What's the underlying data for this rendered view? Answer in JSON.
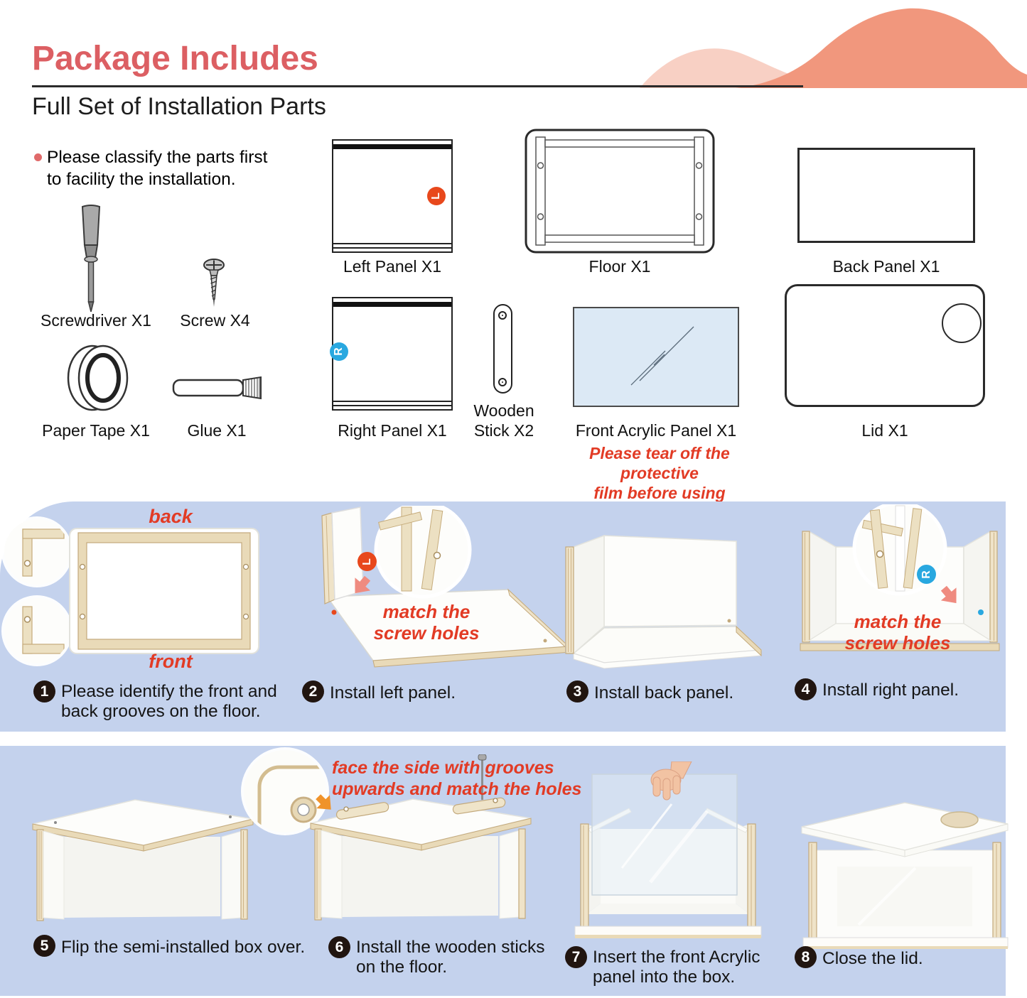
{
  "header": {
    "title": "Package Includes",
    "subtitle": "Full Set of Installation Parts",
    "note_line1": "Please classify the parts first",
    "note_line2": "to facility the installation."
  },
  "parts": {
    "screwdriver_label": "Screwdriver X1",
    "screw_label": "Screw X4",
    "paper_tape_label": "Paper Tape X1",
    "glue_label": "Glue X1",
    "left_panel_label": "Left Panel X1",
    "floor_label": "Floor X1",
    "back_panel_label": "Back Panel X1",
    "right_panel_label": "Right Panel X1",
    "wooden_stick_label_line1": "Wooden",
    "wooden_stick_label_line2": "Stick X2",
    "front_acrylic_label": "Front Acrylic Panel X1",
    "lid_label": "Lid X1",
    "left_panel_badge": "L",
    "right_panel_badge": "R",
    "acrylic_note_line1": "Please tear off the protective",
    "acrylic_note_line2": "film before using"
  },
  "steps": {
    "s1": {
      "number": "1",
      "text_line1": "Please identify the front and",
      "text_line2": "back grooves on the floor.",
      "back_label": "back",
      "front_label": "front"
    },
    "s2": {
      "number": "2",
      "text_line1": "Install left panel.",
      "hint_line1": "match the",
      "hint_line2": "screw holes",
      "badge": "L"
    },
    "s3": {
      "number": "3",
      "text_line1": "Install back panel."
    },
    "s4": {
      "number": "4",
      "text_line1": "Install right panel.",
      "hint_line1": "match the",
      "hint_line2": "screw holes",
      "badge": "R"
    },
    "s5": {
      "number": "5",
      "text_line1": "Flip the semi-installed box over."
    },
    "s6": {
      "number": "6",
      "text_line1": "Install the wooden sticks",
      "text_line2": "on the floor.",
      "hint_line1": "face the side with grooves",
      "hint_line2": "upwards and match the holes"
    },
    "s7": {
      "number": "7",
      "text_line1": "Insert the front Acrylic",
      "text_line2": "panel into the box."
    },
    "s8": {
      "number": "8",
      "text_line1": "Close the lid."
    }
  },
  "colors": {
    "title": "#dc5f63",
    "wave_light": "#f8d0c4",
    "wave_dark": "#f1977d",
    "band_blue": "#c4d2ed",
    "instruction_red": "#e23b25",
    "badge_orange": "#e8481c",
    "badge_blue": "#29a8e0",
    "wood": "#e9dab8",
    "step_circle": "#211510",
    "acrylic_fill": "#dce9f5"
  }
}
